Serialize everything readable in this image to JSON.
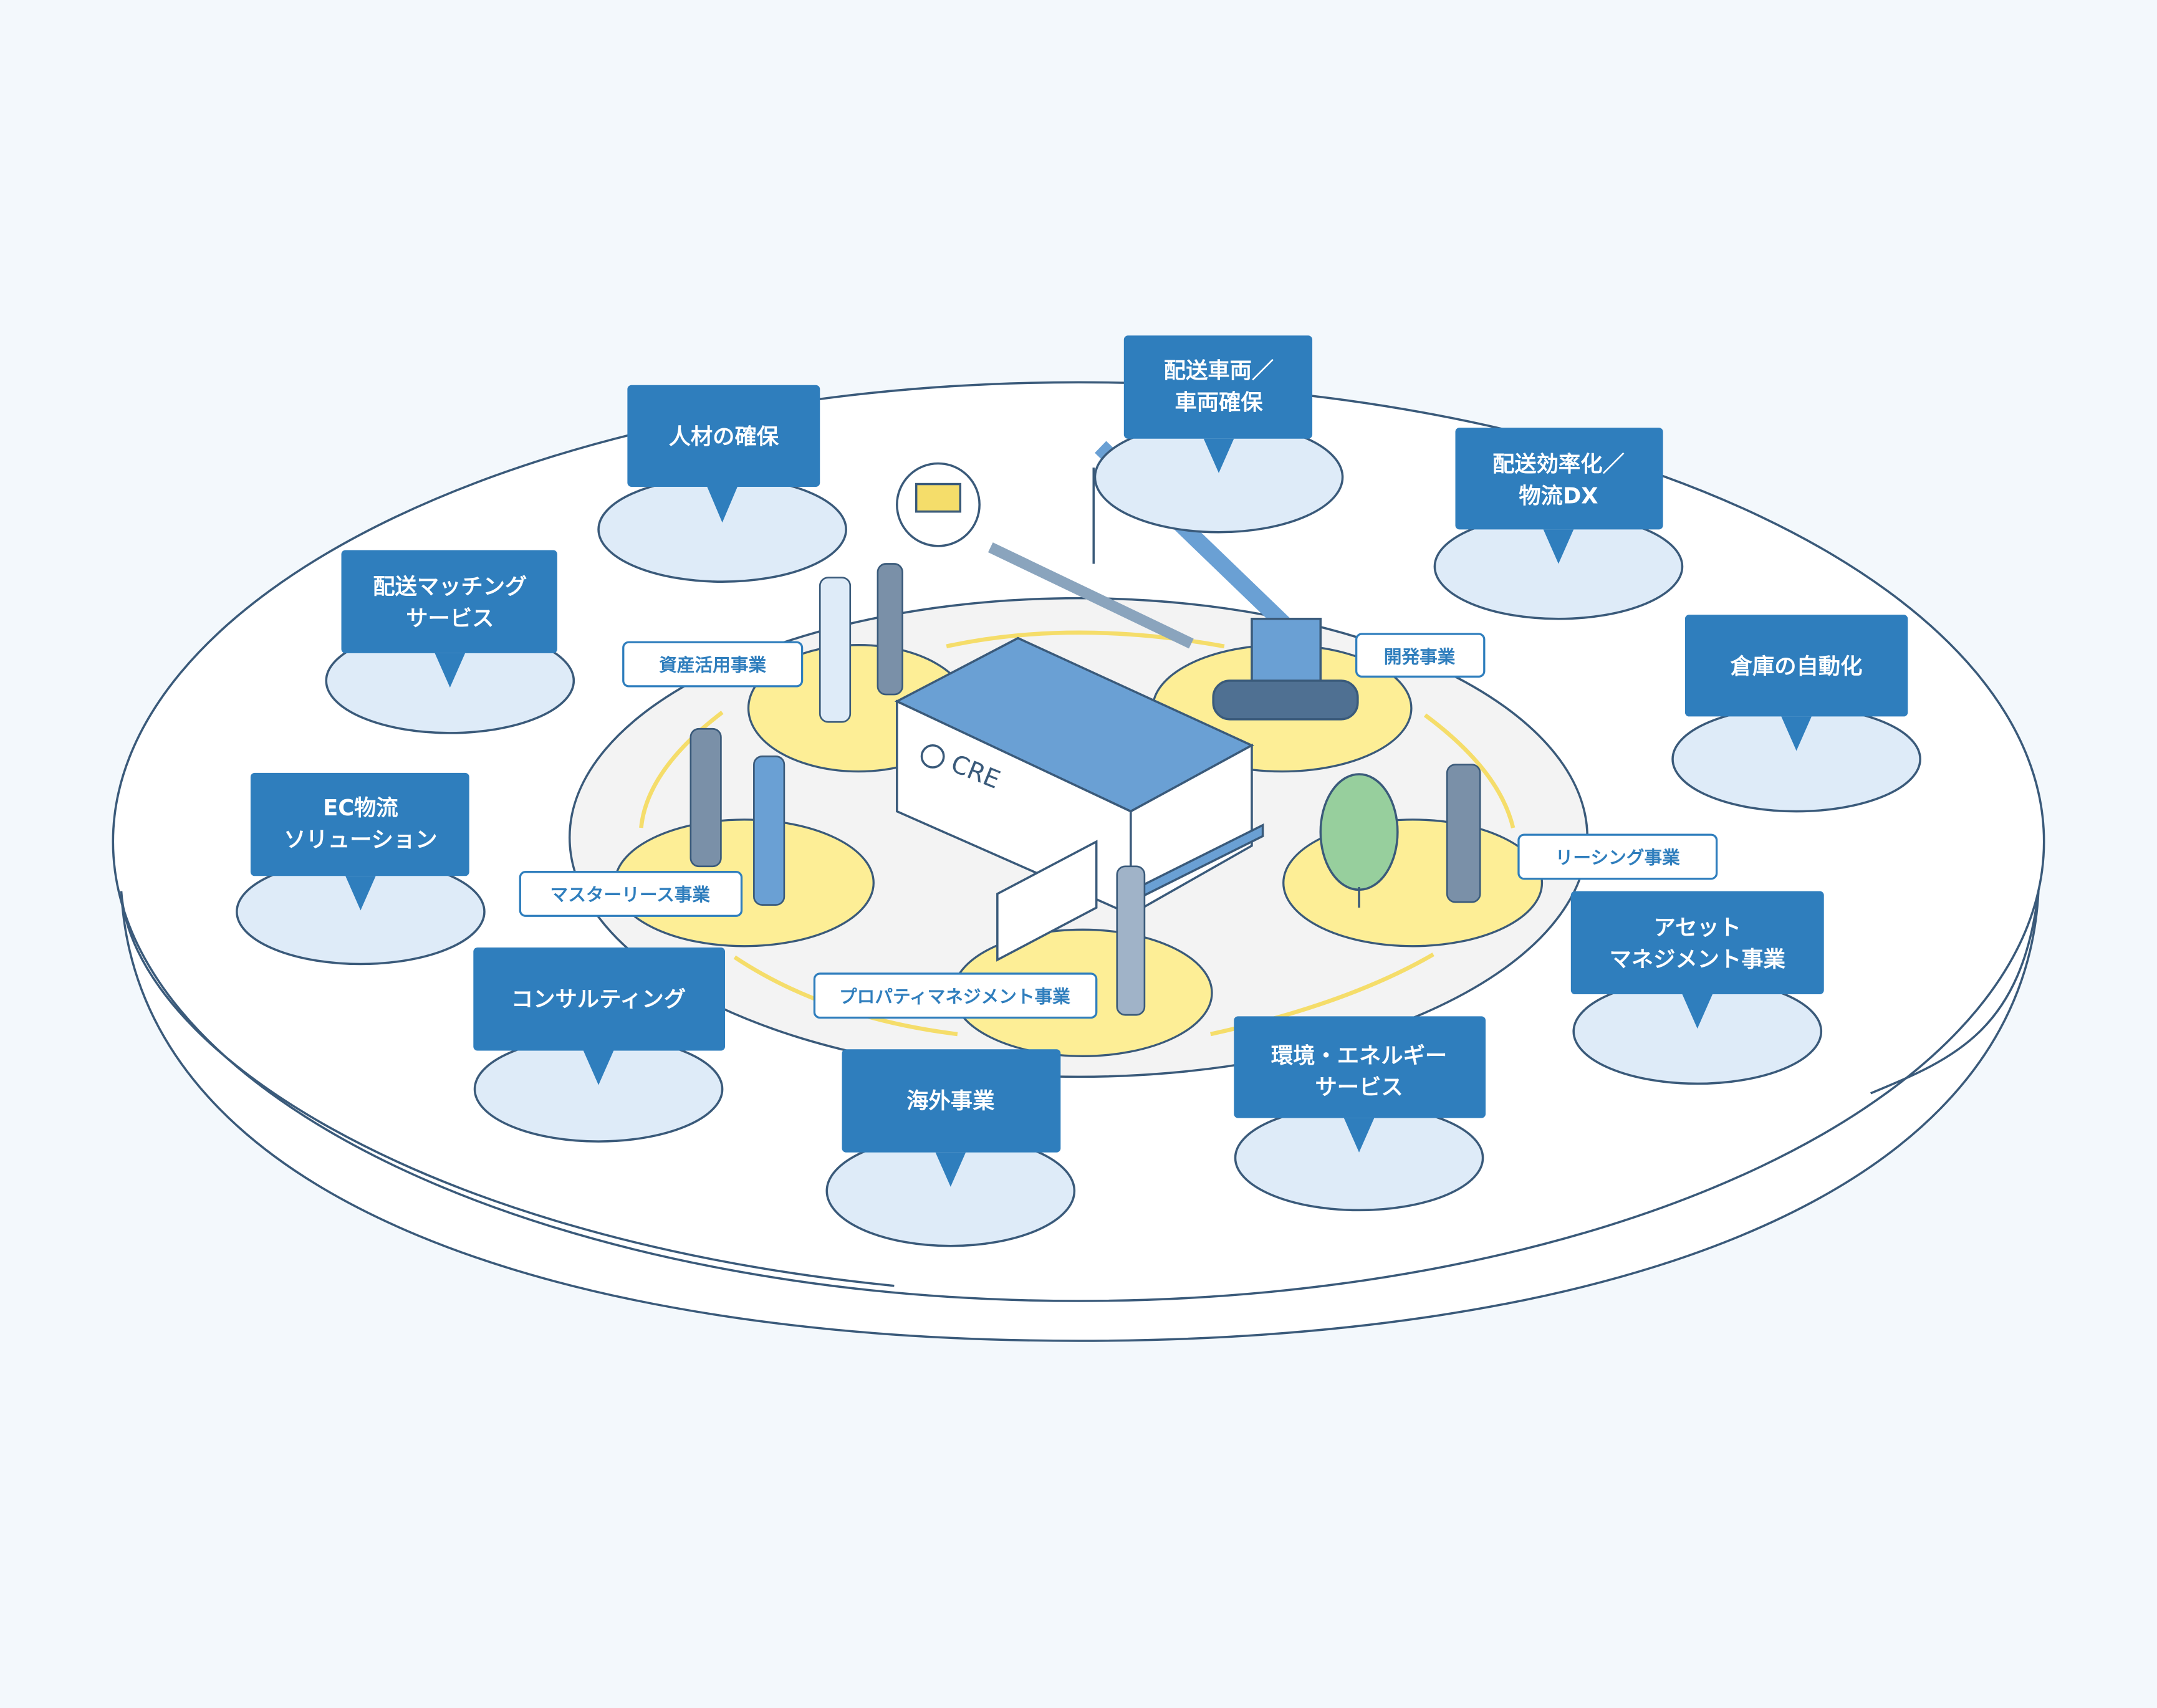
{
  "colors": {
    "background": "#f3f8fc",
    "callout": "#2f7ebd",
    "bubble": "#deebf8",
    "spot": "#fdee96",
    "outline": "#3a5a7a"
  },
  "center_logo": "CRE",
  "core_businesses": [
    {
      "label": "資産活用事業"
    },
    {
      "label": "開発事業"
    },
    {
      "label": "リーシング事業"
    },
    {
      "label": "マスターリース事業"
    },
    {
      "label": "プロパティマネジメント事業"
    }
  ],
  "services": [
    {
      "lines": [
        "人材の確保"
      ]
    },
    {
      "lines": [
        "配送車両／",
        "車両確保"
      ]
    },
    {
      "lines": [
        "配送効率化／",
        "物流DX"
      ]
    },
    {
      "lines": [
        "倉庫の自動化"
      ]
    },
    {
      "lines": [
        "配送マッチング",
        "サービス"
      ]
    },
    {
      "lines": [
        "EC物流",
        "ソリューション"
      ]
    },
    {
      "lines": [
        "コンサルティング"
      ]
    },
    {
      "lines": [
        "海外事業"
      ]
    },
    {
      "lines": [
        "環境・エネルギー",
        "サービス"
      ]
    },
    {
      "lines": [
        "アセット",
        "マネジメント事業"
      ]
    }
  ]
}
